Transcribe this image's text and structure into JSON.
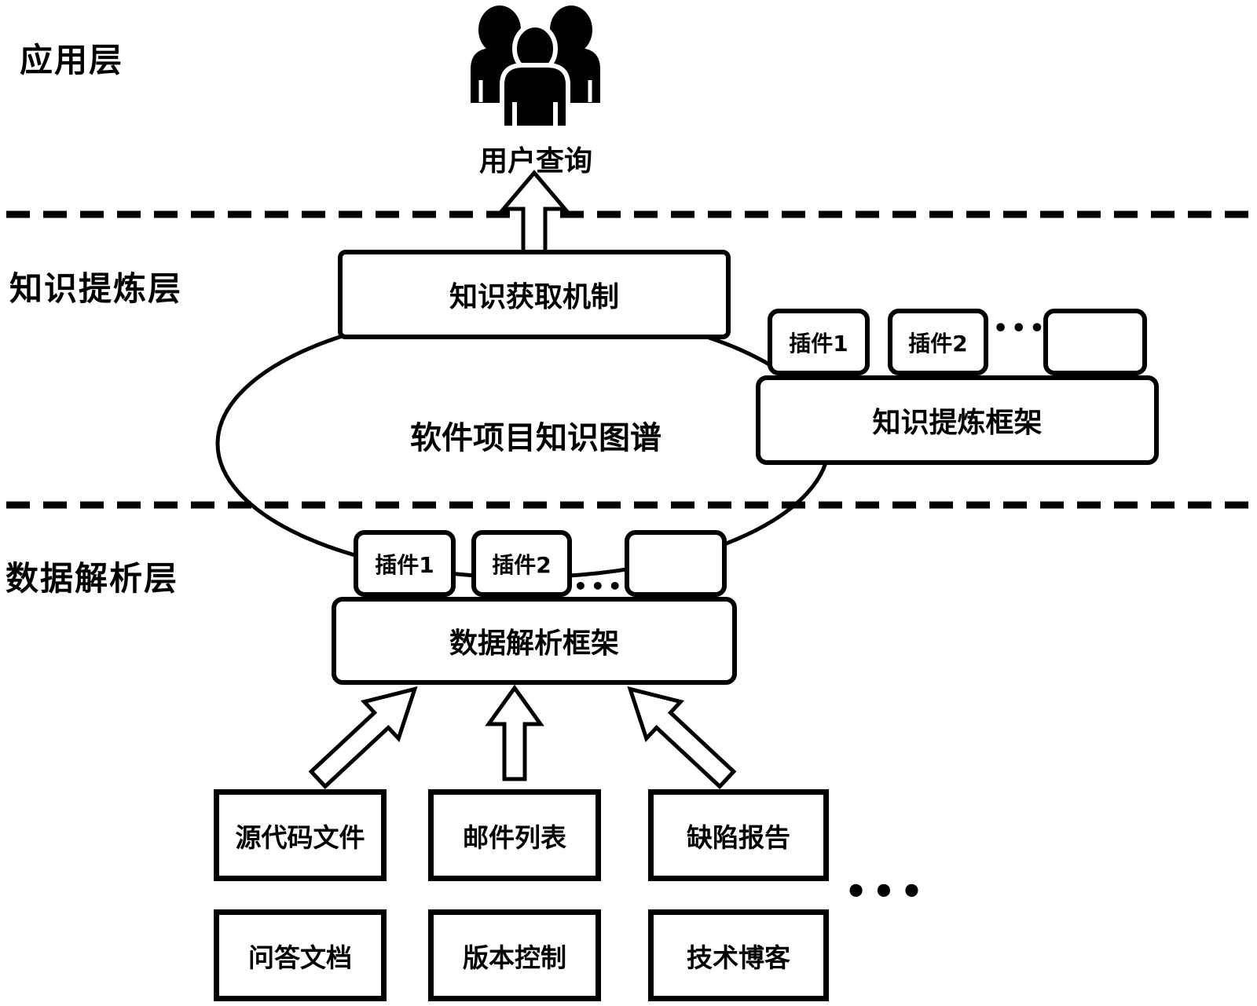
{
  "layers": {
    "application": {
      "label": "应用层"
    },
    "knowledge_refinement": {
      "label": "知识提炼层"
    },
    "data_parsing": {
      "label": "数据解析层"
    }
  },
  "app": {
    "user_query": "用户查询"
  },
  "knowledge": {
    "acquisition": "知识获取机制",
    "graph": "软件项目知识图谱",
    "framework": "知识提炼框架",
    "plugin1": "插件1",
    "plugin2": "插件2",
    "dots": "•••"
  },
  "parsing": {
    "framework": "数据解析框架",
    "plugin1": "插件1",
    "plugin2": "插件2",
    "dots": "•••"
  },
  "sources": {
    "row1": [
      "源代码文件",
      "邮件列表",
      "缺陷报告"
    ],
    "row2": [
      "问答文档",
      "版本控制",
      "技术博客"
    ],
    "dots": "•••"
  },
  "colors": {
    "ink": "#000000",
    "background": "#ffffff"
  }
}
